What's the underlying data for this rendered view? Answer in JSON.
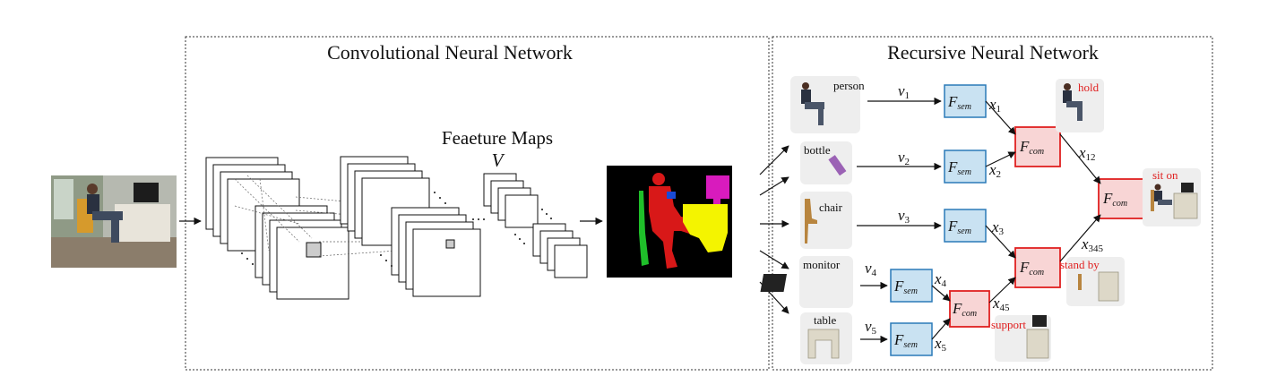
{
  "cnn": {
    "title": "Convolutional Neural Network",
    "feature_maps_label": "Feaeture Maps",
    "feature_maps_var": "V"
  },
  "rnn": {
    "title": "Recursive Neural Network"
  },
  "objects": [
    {
      "label": "person"
    },
    {
      "label": "bottle"
    },
    {
      "label": "chair"
    },
    {
      "label": "monitor"
    },
    {
      "label": "table"
    }
  ],
  "v_vars": [
    {
      "base": "v",
      "sub": "1"
    },
    {
      "base": "v",
      "sub": "2"
    },
    {
      "base": "v",
      "sub": "3"
    },
    {
      "base": "v",
      "sub": "4"
    },
    {
      "base": "v",
      "sub": "5"
    }
  ],
  "x_vars": [
    {
      "base": "x",
      "sub": "1"
    },
    {
      "base": "x",
      "sub": "2"
    },
    {
      "base": "x",
      "sub": "3"
    },
    {
      "base": "x",
      "sub": "4"
    },
    {
      "base": "x",
      "sub": "5"
    },
    {
      "base": "x",
      "sub": "12"
    },
    {
      "base": "x",
      "sub": "45"
    },
    {
      "base": "x",
      "sub": "345"
    }
  ],
  "fsem": {
    "base": "F",
    "sub": "sem"
  },
  "fcom": {
    "base": "F",
    "sub": "com"
  },
  "relations": {
    "hold": "hold",
    "sit_on": "sit on",
    "stand_by": "stand by",
    "support": "support"
  },
  "colors": {
    "fsem_fill": "#c9e2f2",
    "fsem_stroke": "#2a7ab8",
    "fcom_fill": "#f8d5d5",
    "fcom_stroke": "#e02020",
    "relation_text": "#e02020"
  }
}
